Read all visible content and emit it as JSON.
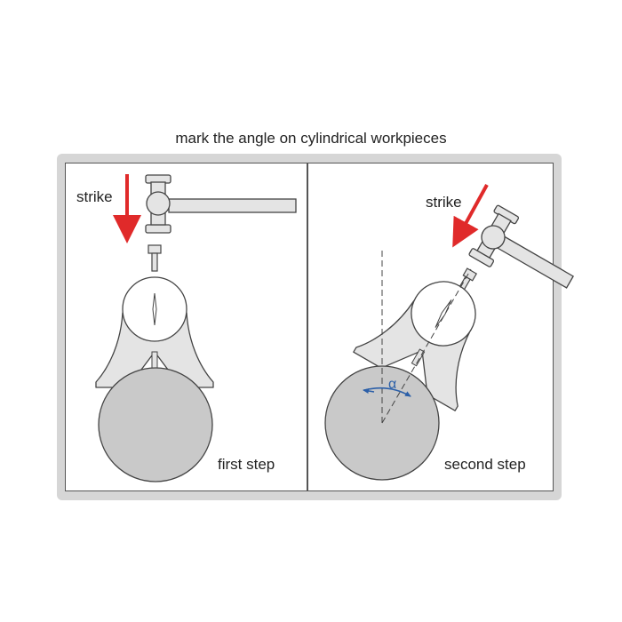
{
  "title": "mark the angle on cylindrical workpieces",
  "panels": [
    {
      "strike_label": "strike",
      "step_label": "first step"
    },
    {
      "strike_label": "strike",
      "step_label": "second step",
      "angle_label": "α"
    }
  ],
  "colors": {
    "arrow": "#e02a2a",
    "tool_fill": "#e4e4e4",
    "workpiece_fill": "#c9c9c9",
    "outline": "#444444",
    "angle": "#2b5fa8",
    "frame": "#d6d6d6"
  }
}
